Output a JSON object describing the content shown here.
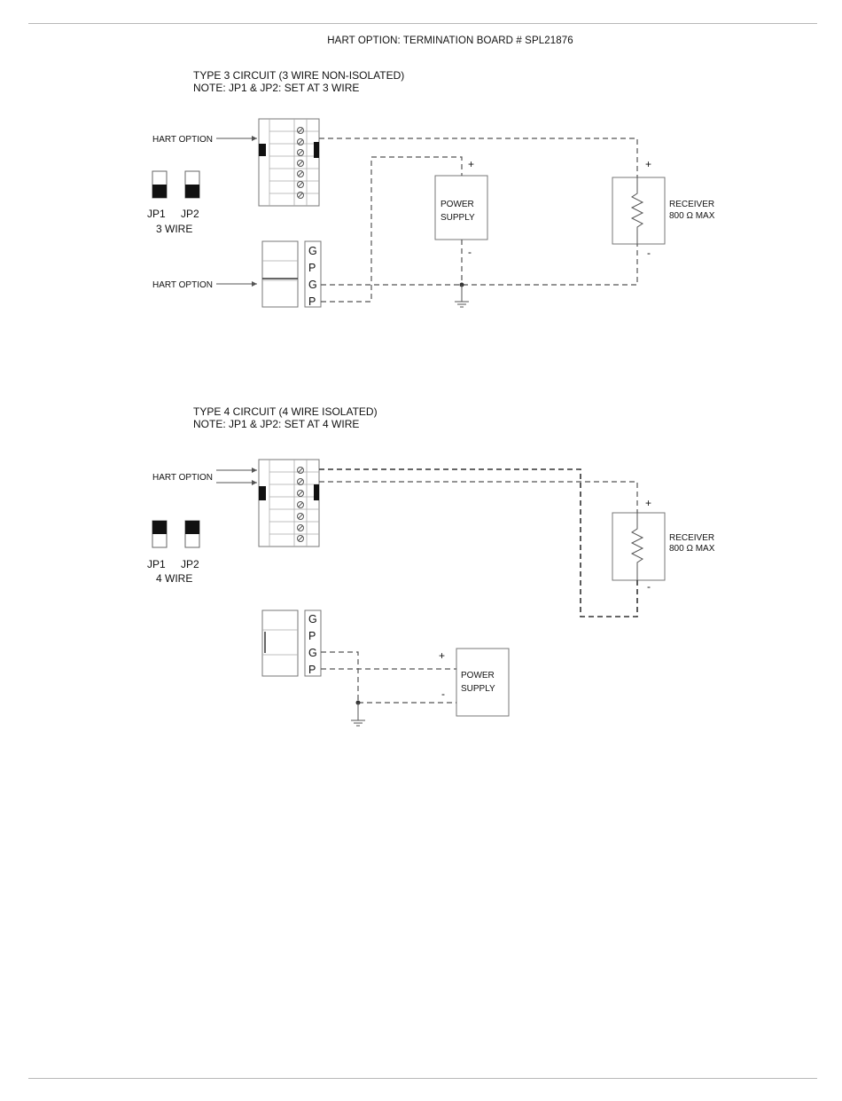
{
  "page_title": "HART OPTION: TERMINATION BOARD # SPL21876",
  "type3": {
    "heading_line1": "TYPE 3 CIRCUIT (3 WIRE NON-ISOLATED)",
    "heading_line2": "NOTE: JP1 & JP2: SET AT 3 WIRE",
    "hart_option_label_1": "HART OPTION",
    "hart_option_label_2": "HART OPTION",
    "jp1": "JP1",
    "jp2": "JP2",
    "wire_label": "3 WIRE",
    "power_supply_line1": "POWER",
    "power_supply_line2": "SUPPLY",
    "receiver_line1": "RECEIVER",
    "receiver_line2": "800 Ω MAX",
    "plus": "+",
    "minus": "-",
    "terminals": [
      "G",
      "P",
      "G",
      "P"
    ]
  },
  "type4": {
    "heading_line1": "TYPE 4 CIRCUIT (4 WIRE ISOLATED)",
    "heading_line2": "NOTE: JP1 & JP2: SET AT 4 WIRE",
    "hart_option_label": "HART OPTION",
    "jp1": "JP1",
    "jp2": "JP2",
    "wire_label": "4 WIRE",
    "power_supply_line1": "POWER",
    "power_supply_line2": "SUPPLY",
    "receiver_line1": "RECEIVER",
    "receiver_line2": "800 Ω MAX",
    "plus": "+",
    "minus": "-",
    "terminals": [
      "G",
      "P",
      "G",
      "P"
    ]
  },
  "colors": {
    "line": "#555555",
    "jumper_fill": "#111111",
    "rule": "#b8b8b8"
  }
}
